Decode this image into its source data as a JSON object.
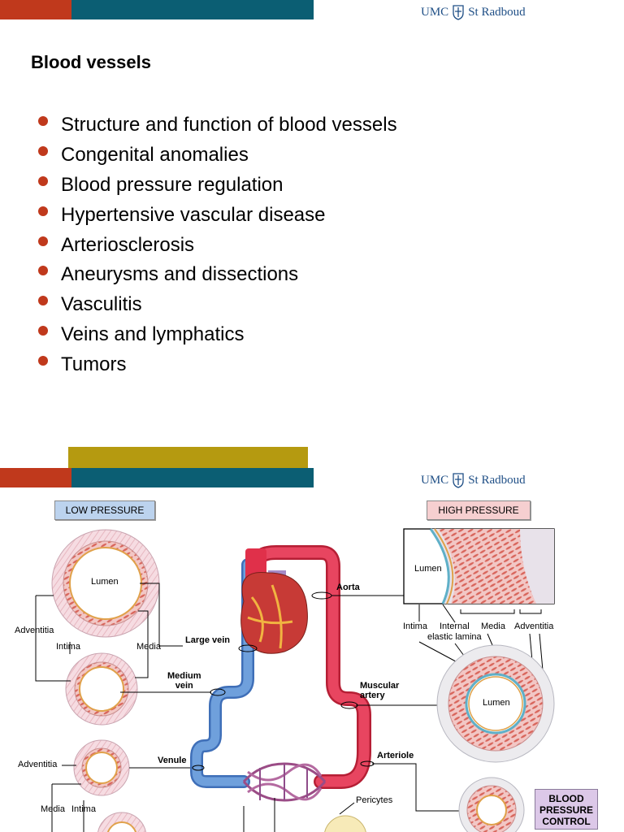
{
  "slide1": {
    "logo_text": "UMC",
    "logo_text2": "St Radboud",
    "title": "Blood vessels",
    "topics": [
      "Structure and function of blood vessels",
      "Congenital anomalies",
      "Blood pressure regulation",
      "Hypertensive vascular disease",
      "Arteriosclerosis",
      "Aneurysms and dissections",
      "Vasculitis",
      "Veins and lymphatics",
      "Tumors"
    ]
  },
  "slide2": {
    "logo_text": "UMC",
    "logo_text2": "St Radboud",
    "low_pressure": "LOW PRESSURE",
    "high_pressure": "HIGH PRESSURE",
    "blood_pressure_control": [
      "BLOOD",
      "PRESSURE",
      "CONTROL"
    ],
    "labels": {
      "lumen_left": "Lumen",
      "adventitia_left": "Adventitia",
      "intima_left": "Intima",
      "media_left": "Media",
      "large_vein": "Large vein",
      "medium_vein_1": "Medium",
      "medium_vein_2": "vein",
      "venule": "Venule",
      "adventitia_venule": "Adventitia",
      "media_venule": "Media",
      "intima_venule": "Intima",
      "aorta": "Aorta",
      "lumen_inset": "Lumen",
      "intima_right": "Intima",
      "internal_1": "Internal",
      "internal_2": "elastic lamina",
      "media_right": "Media",
      "adventitia_right": "Adventitia",
      "muscular_1": "Muscular",
      "muscular_2": "artery",
      "lumen_right": "Lumen",
      "arteriole": "Arteriole",
      "pericytes": "Pericytes"
    }
  },
  "colors": {
    "accent_red": "#c0391c",
    "accent_blue": "#0b5e73",
    "accent_gold": "#b59a10",
    "vein_blue": "#5b8fd0",
    "artery_red": "#e0304a",
    "low_pressure_bg": "#bcd3ee",
    "high_pressure_bg": "#f6cfd0",
    "control_bg": "#dcc8e8"
  }
}
